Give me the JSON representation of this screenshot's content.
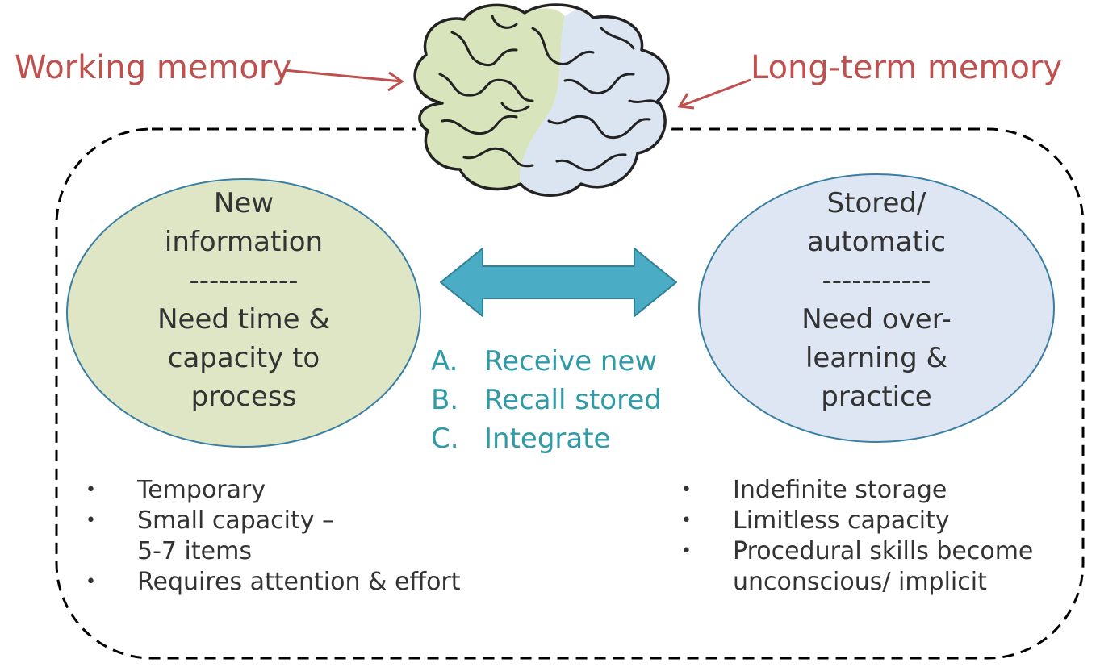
{
  "colors": {
    "label_red": "#c0504d",
    "working_fill": "#dfe6c5",
    "longterm_fill": "#dde6f2",
    "arrow_fill": "#4bacc6",
    "steps_teal": "#2f9aa8",
    "brain_green": "#d8e4bc",
    "brain_blue": "#dbe5f1"
  },
  "labels": {
    "working_memory": "Working memory",
    "long_term_memory": "Long-term memory"
  },
  "working": {
    "line1": "New",
    "line2": "information",
    "divider": "-----------",
    "line3": "Need time &",
    "line4": "capacity to",
    "line5": "process"
  },
  "longterm": {
    "line1": "Stored/",
    "line2": "automatic",
    "divider": "-----------",
    "line3": "Need over-",
    "line4": "learning &",
    "line5": "practice"
  },
  "steps": [
    {
      "letter": "A.",
      "text": "Receive new"
    },
    {
      "letter": "B.",
      "text": "Recall stored"
    },
    {
      "letter": "C.",
      "text": "Integrate"
    }
  ],
  "working_bullets": [
    {
      "bullet": "•",
      "text": "Temporary"
    },
    {
      "bullet": "•",
      "text": "Small capacity –"
    },
    {
      "bullet": "",
      "text": "5-7 items"
    },
    {
      "bullet": "•",
      "text": "Requires attention & effort"
    }
  ],
  "longterm_bullets": [
    {
      "bullet": "•",
      "text": "Indefinite storage"
    },
    {
      "bullet": "•",
      "text": "Limitless capacity"
    },
    {
      "bullet": "•",
      "text": "Procedural skills become"
    },
    {
      "bullet": "",
      "text": "unconscious/ implicit"
    }
  ]
}
